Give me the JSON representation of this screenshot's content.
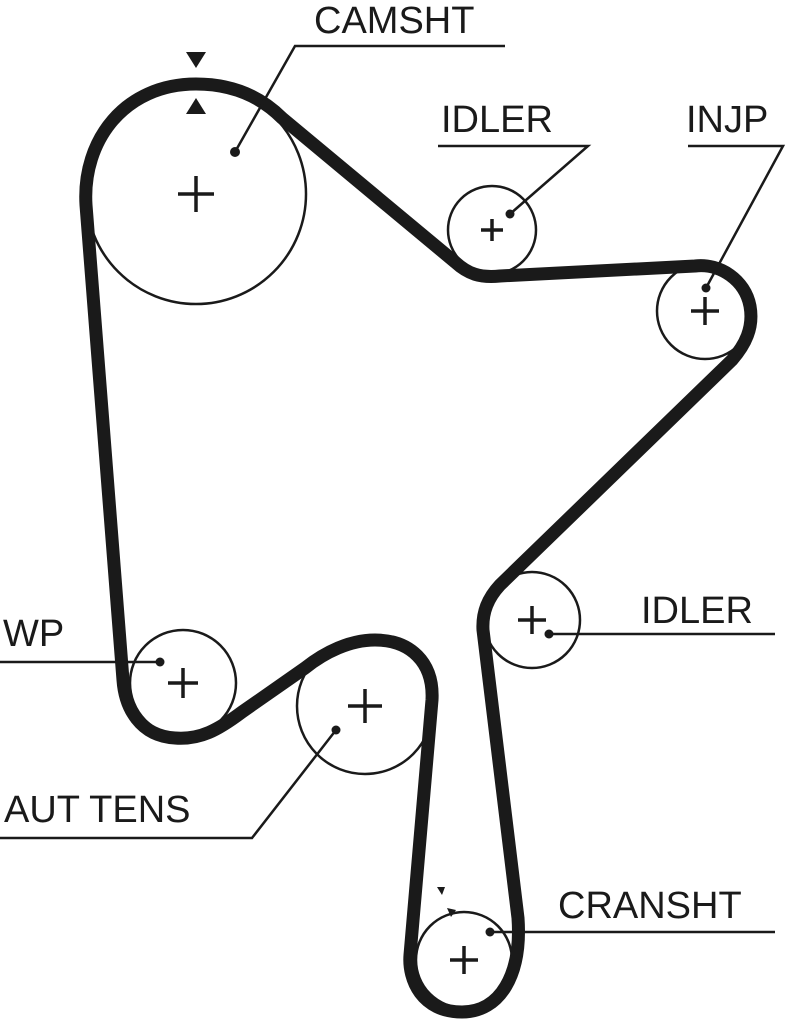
{
  "labels": {
    "camshaft": "CAMSHT",
    "idler_top": "IDLER",
    "injection_pump": "INJP",
    "idler_right": "IDLER",
    "water_pump": "WP",
    "auto_tensioner": "AUT TENS",
    "crankshaft": "CRANSHT"
  },
  "colors": {
    "line": "#1a1a1a",
    "background": "#ffffff"
  }
}
